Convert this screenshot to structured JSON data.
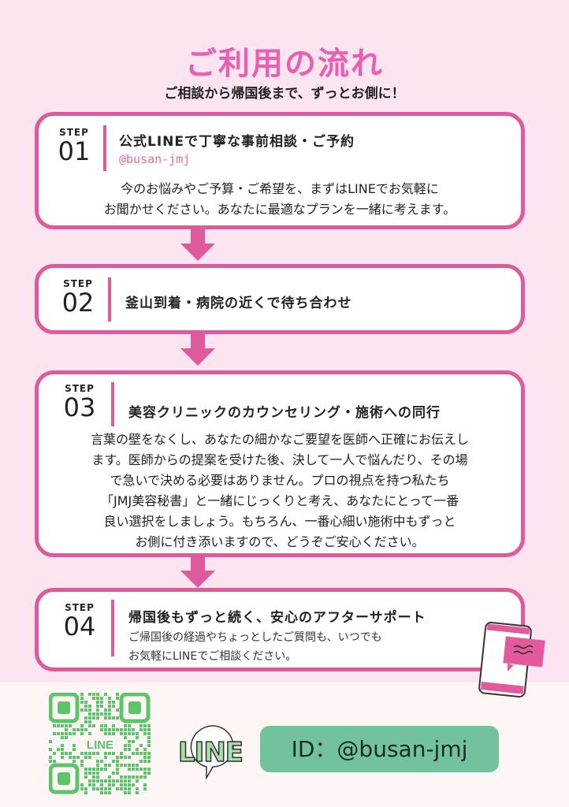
{
  "title": "ご利用の流れ",
  "subtitle": "ご相談から帰国後まで、ずっとお側に！",
  "step_label": "STEP",
  "steps": [
    {
      "no": "01",
      "heading": "公式LINEで丁寧な事前相談・ご予約",
      "handle": "@busan-jmj",
      "lines": [
        "今のお悩みやご予算・ご希望を、まずはLINEでお気軽に",
        "お聞かせください。あなたに最適なプランを一緒に考えます。"
      ]
    },
    {
      "no": "02",
      "heading": "釜山到着・病院の近くで待ち合わせ"
    },
    {
      "no": "03",
      "heading": "美容クリニックのカウンセリング・施術への同行",
      "lines": [
        "言葉の壁をなくし、あなたの細かなご要望を医師へ正確にお伝えし",
        "ます。医師からの提案を受けた後、決して一人で悩んだり、その場",
        "で急いで決める必要はありません。プロの視点を持つ私たち",
        "「JMJ美容秘書」と一緒にじっくりと考え、あなたにとって一番",
        "良い選択をしましょう。もちろん、一番心細い施術中もずっと",
        "お側に付き添いますので、どうぞご安心ください。"
      ]
    },
    {
      "no": "04",
      "heading": "帰国後もずっと続く、安心のアフターサポート",
      "lines": [
        "ご帰国後の経過やちょっとしたご質問も、いつでも",
        "お気軽にLINEでご相談ください。"
      ]
    }
  ],
  "line_logo": "LINE",
  "qr_label": "LINE",
  "line_id": "ID：@busan-jmj",
  "colors": {
    "pink": "#df5a9c",
    "title": "#ea5fb0",
    "green": "#72c29e",
    "qr": "#5cc46a"
  }
}
